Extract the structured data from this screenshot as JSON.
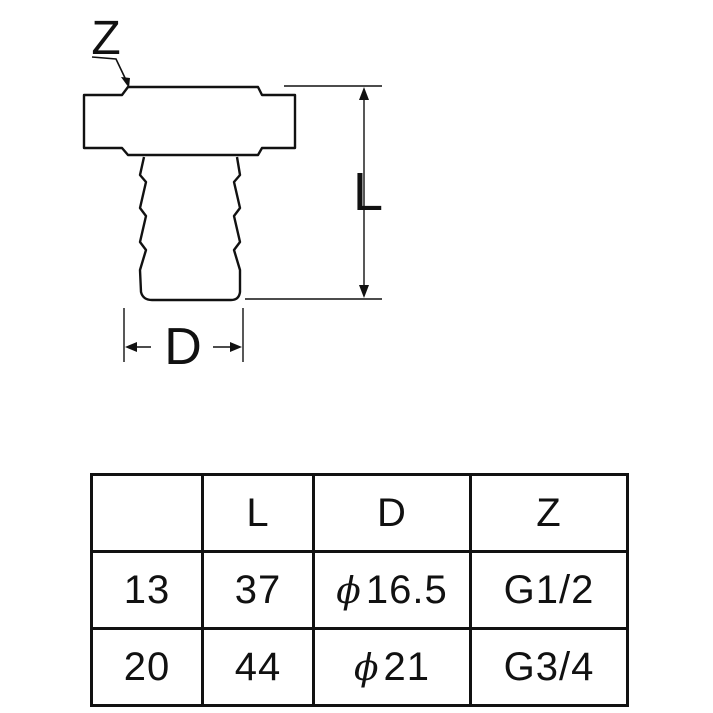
{
  "diagram": {
    "labels": {
      "z": "Z",
      "l": "L",
      "d": "D"
    }
  },
  "table": {
    "header": [
      "",
      "L",
      "D",
      "Z"
    ],
    "rows": [
      {
        "size": "13",
        "l": "37",
        "d_symbol": "ϕ",
        "d_value": "16.5",
        "z": "G1/2"
      },
      {
        "size": "20",
        "l": "44",
        "d_symbol": "ϕ",
        "d_value": "21",
        "z": "G3/4"
      }
    ]
  }
}
